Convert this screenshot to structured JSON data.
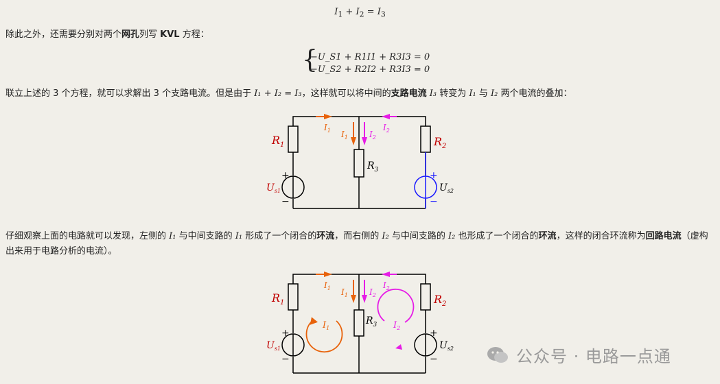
{
  "eq_top": {
    "lhs1": "I",
    "sub1": "1",
    "plus": "+",
    "lhs2": "I",
    "sub2": "2",
    "eq": "=",
    "rhs": "I",
    "sub3": "3"
  },
  "para1": {
    "pre": "除此之外，还需要分别对两个",
    "bold1": "网孔",
    "mid": "列写 ",
    "bold2": "KVL",
    "post": " 方程："
  },
  "system": {
    "line1": "−U_S1 + R1I1 + R3I3 = 0",
    "line2": "−U_S2 + R2I2 + R3I3 = 0"
  },
  "para2": {
    "t1": "联立上述的 3 个方程，就可以求解出 3 个支路电流。但是由于 ",
    "math1": "I₁ + I₂ = I₃",
    "t2": "，这样就可以将中间的",
    "bold": "支路电流",
    "math2": " I₃ ",
    "t3": "转变为 ",
    "math3": "I₁",
    "t4": " 与 ",
    "math4": "I₂",
    "t5": " 两个电流的叠加："
  },
  "para3": {
    "t1": "仔细观察上面的电路就可以发现，左侧的 ",
    "m1": "I₁",
    "t2": " 与中间支路的 ",
    "m2": "I₁",
    "t3": " 形成了一个闭合的",
    "b1": "环流",
    "t4": "，而右侧的 ",
    "m3": "I₂",
    "t5": " 与中间支路的 ",
    "m4": "I₂",
    "t6": " 也形成了一个闭合的",
    "b2": "环流",
    "t7": "，这样的闭合环流称为",
    "b3": "回路电流",
    "t8": "（虚构出来用于电路分析的电流）。"
  },
  "circuit": {
    "R1": "R",
    "R1s": "1",
    "R2": "R",
    "R2s": "2",
    "R3": "R",
    "R3s": "3",
    "Us1": "U",
    "Us1s": "s1",
    "Us2": "U",
    "Us2s": "s2",
    "I1": "I",
    "I1s": "1",
    "I2": "I",
    "I2s": "2",
    "plus": "+",
    "minus": "−"
  },
  "colors": {
    "orange": "#e8620a",
    "magenta": "#e61ce6",
    "blue": "#1a1aff",
    "red": "#c00000",
    "wire": "#000000"
  },
  "watermark": {
    "text": "公众号 · 电路一点通"
  }
}
